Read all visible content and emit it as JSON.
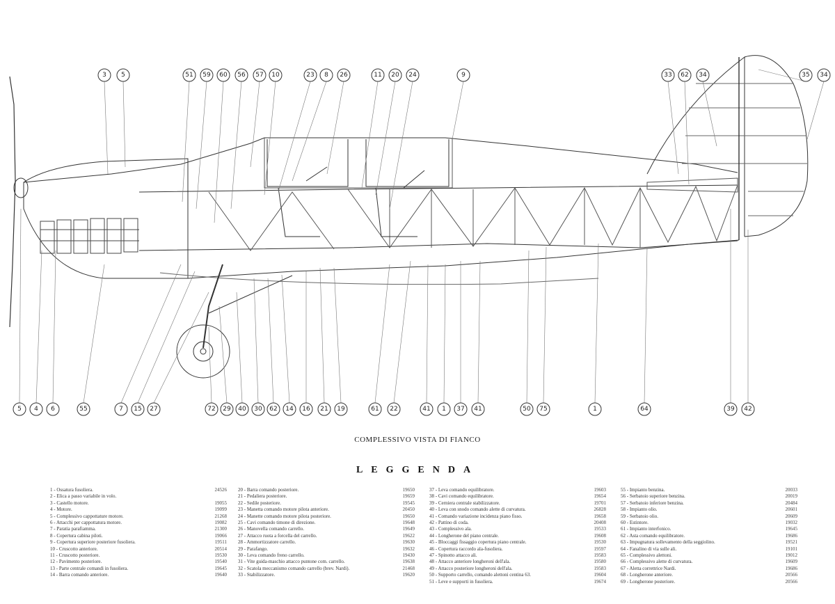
{
  "drawing": {
    "callouts_top": [
      "3",
      "5",
      "51",
      "59",
      "60",
      "56",
      "57",
      "10",
      "23",
      "8",
      "26",
      "11",
      "20",
      "24",
      "9",
      "33",
      "62",
      "34",
      "35",
      "34"
    ],
    "callouts_bottom": [
      "5",
      "4",
      "6",
      "55",
      "7",
      "15",
      "27",
      "72",
      "29",
      "40",
      "30",
      "62",
      "14",
      "16",
      "21",
      "19",
      "61",
      "22",
      "41",
      "1",
      "37",
      "41",
      "50",
      "75",
      "1",
      "64",
      "39",
      "42"
    ]
  },
  "title": "COMPLESSIVO VISTA DI FIANCO",
  "legend_title": "LEGGENDA",
  "legend": {
    "col1": [
      {
        "t": "1 - Ossatura fusoliera.",
        "c": "24526"
      },
      {
        "t": "2 - Elica a passo variabile in volo.",
        "c": ""
      },
      {
        "t": "3 - Castello motore.",
        "c": "19055"
      },
      {
        "t": "4 - Motore.",
        "c": "19099"
      },
      {
        "t": "5 - Complessivo cappottature motore.",
        "c": "21268"
      },
      {
        "t": "6 - Attacchi per cappottatura motore.",
        "c": "19082"
      },
      {
        "t": "7 - Paratia parafiamma.",
        "c": "21300"
      },
      {
        "t": "8 - Copertura cabina piloti.",
        "c": "19066"
      },
      {
        "t": "9 - Copertura superiore posteriore fusoliera.",
        "c": "19511"
      },
      {
        "t": "10 - Cruscotto anteriore.",
        "c": "20514"
      },
      {
        "t": "11 - Cruscotto posteriore.",
        "c": "19530"
      },
      {
        "t": "12 - Pavimento posteriore.",
        "c": "19540"
      },
      {
        "t": "13 - Parte centrale comandi in fusoliera.",
        "c": "19645"
      },
      {
        "t": "14 - Barra comando anteriore.",
        "c": "19640"
      }
    ],
    "col2": [
      {
        "t": "20 - Barra comando posteriore.",
        "c": "19650"
      },
      {
        "t": "21 - Pedaliera posteriore.",
        "c": "19659"
      },
      {
        "t": "22 - Sedile posteriore.",
        "c": "19545"
      },
      {
        "t": "23 - Manetta comando motore pilota anteriore.",
        "c": "20450"
      },
      {
        "t": "24 - Manette comando motore pilota posteriore.",
        "c": "19650"
      },
      {
        "t": "25 - Cavi comando timone di direzione.",
        "c": "19648"
      },
      {
        "t": "26 - Manovella comando carrello.",
        "c": "19649"
      },
      {
        "t": "27 - Attacco ruota a forcella del carrello.",
        "c": "19622"
      },
      {
        "t": "28 - Ammortizzatore carrello.",
        "c": "19630"
      },
      {
        "t": "29 - Parafango.",
        "c": "19632"
      },
      {
        "t": "30 - Leva comando freno carrello.",
        "c": "19430"
      },
      {
        "t": "31 - Vite guida-maschio attacco puntone com. carrello.",
        "c": "19638"
      },
      {
        "t": "32 - Scatola meccanismo comando carrello (brev. Nardi).",
        "c": "21468"
      },
      {
        "t": "33 - Stabilizzatore.",
        "c": "19620"
      }
    ],
    "col3": [
      {
        "t": "37 - Leva comando equilibratore.",
        "c": "19603"
      },
      {
        "t": "38 - Cavi comando equilibratore.",
        "c": "19654"
      },
      {
        "t": "39 - Cerniera centrale stabilizzatore.",
        "c": "19701"
      },
      {
        "t": "40 - Leva con snodo comando alette di curvatura.",
        "c": "26828"
      },
      {
        "t": "41 - Comando variazione incidenza piano fisso.",
        "c": "19658"
      },
      {
        "t": "42 - Pattino di coda.",
        "c": "20408"
      },
      {
        "t": "43 - Complessivo ala.",
        "c": "19533"
      },
      {
        "t": "44 - Longherone del piano centrale.",
        "c": "19608"
      },
      {
        "t": "45 - Bloccaggi fissaggio copertura piano centrale.",
        "c": "19530"
      },
      {
        "t": "46 - Copertura raccordo ala-fusoliera.",
        "c": "19597"
      },
      {
        "t": "47 - Spinotto attacco ali.",
        "c": "19583"
      },
      {
        "t": "48 - Attacco anteriore longheroni dell'ala.",
        "c": "19580"
      },
      {
        "t": "49 - Attacco posteriore longheroni dell'ala.",
        "c": "19583"
      },
      {
        "t": "50 - Supporto carrello, comando alettoni centina 63.",
        "c": "19604"
      },
      {
        "t": "51 - Leve e supporti in fusoliera.",
        "c": "19674"
      }
    ],
    "col4": [
      {
        "t": "55 - Impianto benzina.",
        "c": "20033"
      },
      {
        "t": "56 - Serbatoio superiore benzina.",
        "c": "20019"
      },
      {
        "t": "57 - Serbatoio inferiore benzina.",
        "c": "20484"
      },
      {
        "t": "58 - Impianto olio.",
        "c": "20601"
      },
      {
        "t": "59 - Serbatoio olio.",
        "c": "20609"
      },
      {
        "t": "60 - Estintore.",
        "c": "19032"
      },
      {
        "t": "61 - Impianto interfonico.",
        "c": "19645"
      },
      {
        "t": "62 - Asta comando equilibratore.",
        "c": "19686"
      },
      {
        "t": "63 - Impugnatura sollevamento della seggiolino.",
        "c": "19521"
      },
      {
        "t": "64 - Fanalino di via sulle ali.",
        "c": "19101"
      },
      {
        "t": "65 - Complessivo alettoni.",
        "c": "19012"
      },
      {
        "t": "66 - Complessivo alette di curvatura.",
        "c": "19609"
      },
      {
        "t": "67 - Aletta correttrice Nardi.",
        "c": "19686"
      },
      {
        "t": "68 - Longherone anteriore.",
        "c": "20566"
      },
      {
        "t": "69 - Longherone posteriore.",
        "c": "20566"
      }
    ]
  }
}
